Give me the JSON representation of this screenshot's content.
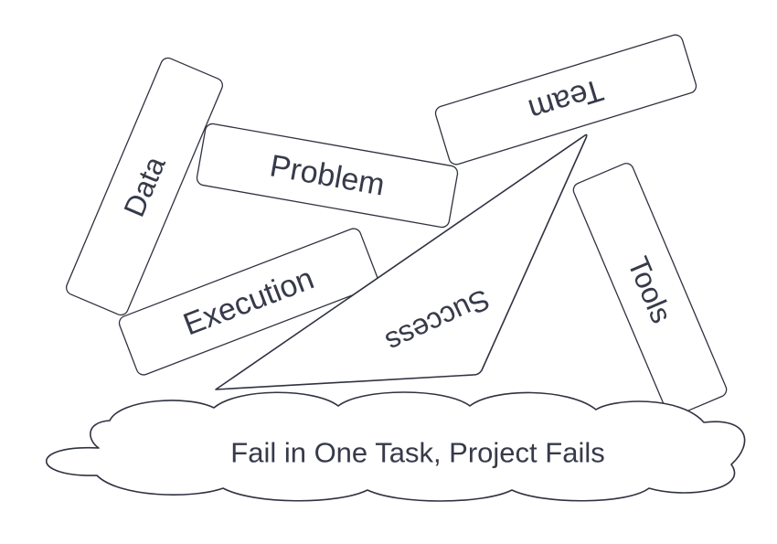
{
  "blocks": {
    "data": "Data",
    "problem": "Problem",
    "team": "Team",
    "execution": "Execution",
    "tools": "Tools",
    "success": "Success"
  },
  "cloud": {
    "text": "Fail in One Task, Project Fails"
  },
  "colors": {
    "stroke": "#2f3240",
    "text": "#363a4a",
    "fill": "#ffffff"
  }
}
